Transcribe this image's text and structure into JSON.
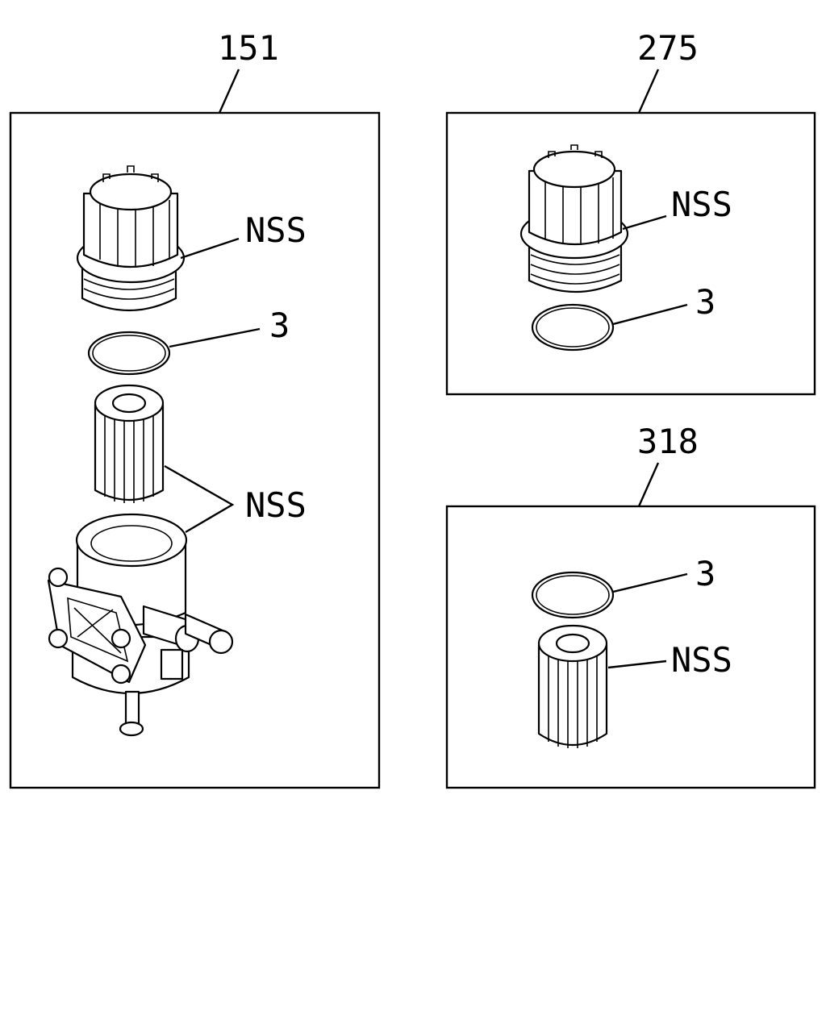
{
  "panels": {
    "left": {
      "number": "151",
      "callouts": {
        "cap": "NSS",
        "oring": "3",
        "element_housing": "NSS"
      }
    },
    "top_right": {
      "number": "275",
      "callouts": {
        "cap": "NSS",
        "oring": "3"
      }
    },
    "bottom_right": {
      "number": "318",
      "callouts": {
        "oring": "3",
        "element": "NSS"
      }
    }
  }
}
